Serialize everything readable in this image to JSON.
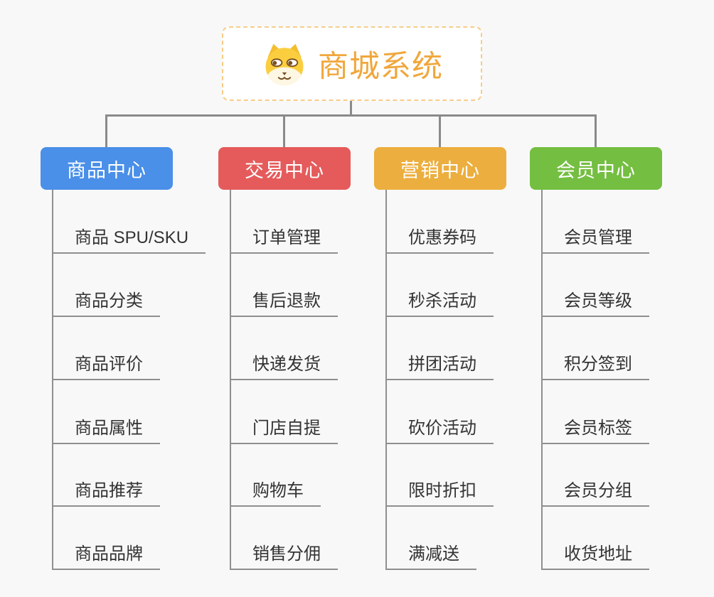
{
  "root": {
    "title": "商城系统",
    "icon": "dog-icon"
  },
  "branches": [
    {
      "label": "商品中心",
      "color": "#4A8FE8",
      "items": [
        "商品 SPU/SKU",
        "商品分类",
        "商品评价",
        "商品属性",
        "商品推荐",
        "商品品牌"
      ]
    },
    {
      "label": "交易中心",
      "color": "#E55B5B",
      "items": [
        "订单管理",
        "售后退款",
        "快递发货",
        "门店自提",
        "购物车",
        "销售分佣"
      ]
    },
    {
      "label": "营销中心",
      "color": "#ECAE3E",
      "items": [
        "优惠券码",
        "秒杀活动",
        "拼团活动",
        "砍价活动",
        "限时折扣",
        "满减送"
      ]
    },
    {
      "label": "会员中心",
      "color": "#74BE41",
      "items": [
        "会员管理",
        "会员等级",
        "积分签到",
        "会员标签",
        "会员分组",
        "收货地址"
      ]
    }
  ],
  "colors": {
    "background": "#F8F8F8",
    "root_accent": "#F0A73C",
    "root_border": "#F7CD8A",
    "connector": "#8A8A8A",
    "leaf_line": "#8F8F8F",
    "leaf_text": "#333333"
  }
}
